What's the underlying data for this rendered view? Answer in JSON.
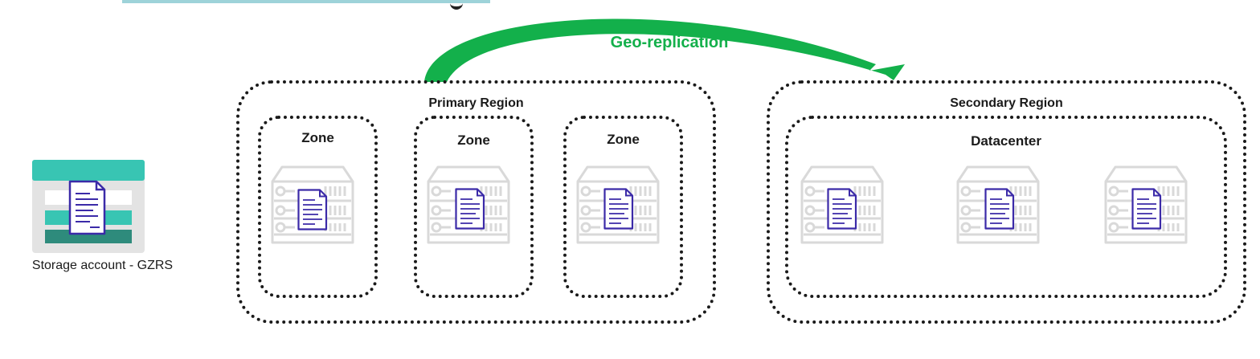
{
  "storage_account": {
    "label": "Storage account - GZRS"
  },
  "replication": {
    "label": "Geo-replication",
    "color": "#13b04b"
  },
  "primary_region": {
    "label": "Primary Region",
    "zones": [
      {
        "label": "Zone"
      },
      {
        "label": "Zone"
      },
      {
        "label": "Zone"
      }
    ]
  },
  "secondary_region": {
    "label": "Secondary Region",
    "datacenter": {
      "label": "Datacenter"
    }
  },
  "colors": {
    "document_stroke": "#3b2aa8",
    "server": "#d9d9d9",
    "storage_teal": "#38c5b3",
    "storage_dark": "#2e8b7c"
  }
}
